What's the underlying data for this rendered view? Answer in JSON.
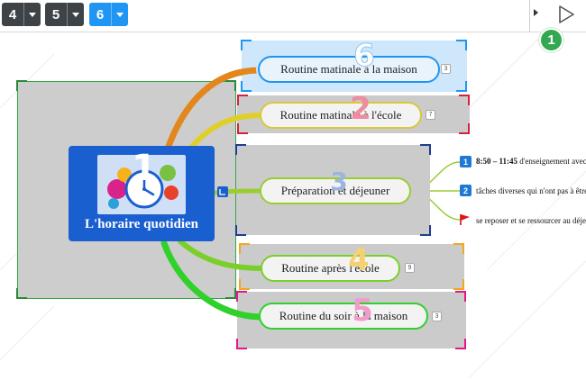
{
  "toolbar": {
    "steps": [
      {
        "label": "4",
        "style": "dark"
      },
      {
        "label": "5",
        "style": "dark"
      },
      {
        "label": "6",
        "style": "blue"
      }
    ],
    "badge": "1"
  },
  "colors": {
    "accent_blue": "#1f96f3",
    "central_blue": "#1a5fd0",
    "branch_green": "#9acd32",
    "badge_green": "#33a852"
  },
  "central": {
    "title": "L'horaire quotidien",
    "number": "1",
    "image_icon": "clock-bubbles-image"
  },
  "topics": [
    {
      "id": "6",
      "label": "Routine matinale à la maison",
      "count": "3",
      "color": "#1f96f3"
    },
    {
      "id": "2",
      "label": "Routine matinale à l'école",
      "count": "7",
      "color": "#d6213f"
    },
    {
      "id": "3",
      "label": "Préparation et déjeuner",
      "count": "",
      "color": "#1b3f8f"
    },
    {
      "id": "4",
      "label": "Routine après l'école",
      "count": "9",
      "color": "#f3a81a"
    },
    {
      "id": "5",
      "label": "Routine du soir à la maison",
      "count": "3",
      "color": "#e3178a"
    }
  ],
  "details": [
    {
      "icon": "1",
      "bold": "8:50 – 11:45",
      "text": " d'enseignement avec"
    },
    {
      "icon": "2",
      "bold": "",
      "text": "tâches diverses qui n'ont pas à être"
    },
    {
      "icon": "flag-icon",
      "bold": "",
      "text": "se reposer et se ressourcer au déjeu"
    }
  ]
}
